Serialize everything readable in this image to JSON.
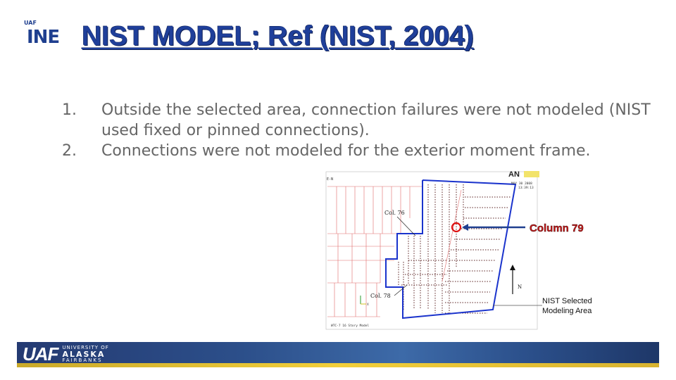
{
  "header": {
    "logo_small": "UAF",
    "logo_main": "INE",
    "title": "NIST MODEL; Ref (NIST, 2004)"
  },
  "bullets": [
    {
      "num": "1.",
      "text": "Outside the selected area, connection failures were not modeled (NIST used fixed or pinned connections)."
    },
    {
      "num": "2.",
      "text": "Connections were not modeled for the exterior moment frame."
    }
  ],
  "figure": {
    "ansys_logo": "AN",
    "corner_label": "E-N",
    "date_line1": "MAY 30 2008",
    "date_line2": "13:39:13",
    "col76": "Col. 76",
    "col78": "Col. 78",
    "column79": "Column 79",
    "north": "N",
    "footer": "WTC-7 16 Story Model",
    "selected_line1": "NIST Selected",
    "selected_line2": "Modeling Area"
  },
  "footer": {
    "uaf_mark": "UAF",
    "line1": "UNIVERSITY OF",
    "line2": "ALASKA",
    "line3": "FAIRBANKS"
  }
}
